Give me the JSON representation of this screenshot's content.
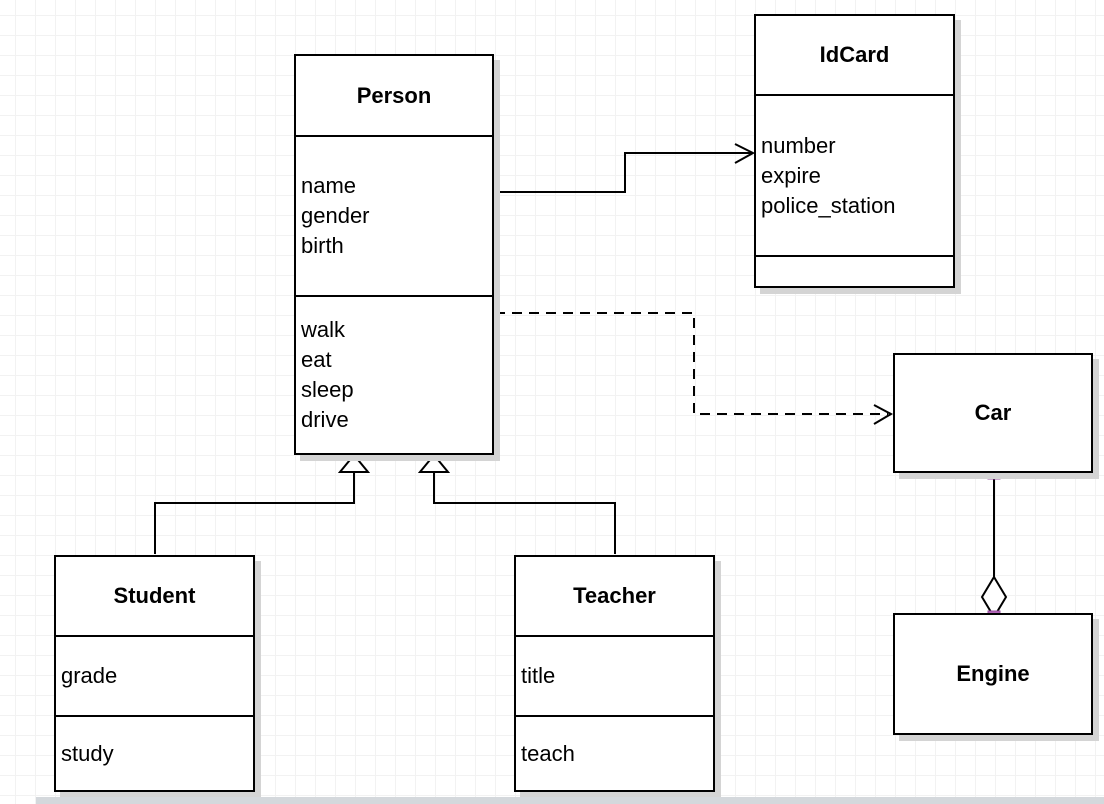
{
  "diagram": {
    "type": "uml-class-diagram",
    "classes": {
      "person": {
        "name": "Person",
        "attributes": [
          "name",
          "gender",
          "birth"
        ],
        "methods": [
          "walk",
          "eat",
          "sleep",
          "drive"
        ]
      },
      "idcard": {
        "name": "IdCard",
        "attributes": [
          "number",
          "expire",
          "police_station"
        ],
        "methods": []
      },
      "car": {
        "name": "Car",
        "attributes": [],
        "methods": []
      },
      "engine": {
        "name": "Engine",
        "attributes": [],
        "methods": []
      },
      "student": {
        "name": "Student",
        "attributes": [
          "grade"
        ],
        "methods": [
          "study"
        ]
      },
      "teacher": {
        "name": "Teacher",
        "attributes": [
          "title"
        ],
        "methods": [
          "teach"
        ]
      }
    },
    "relationships": [
      {
        "type": "association",
        "from": "Person",
        "to": "IdCard",
        "line": "solid",
        "arrow": "open"
      },
      {
        "type": "dependency",
        "from": "Person",
        "to": "Car",
        "line": "dashed",
        "arrow": "open"
      },
      {
        "type": "generalization",
        "from": "Student",
        "to": "Person",
        "line": "solid",
        "arrow": "hollow-triangle"
      },
      {
        "type": "generalization",
        "from": "Teacher",
        "to": "Person",
        "line": "solid",
        "arrow": "hollow-triangle"
      },
      {
        "type": "aggregation",
        "from": "Car",
        "to": "Engine",
        "line": "solid",
        "arrow": "hollow-diamond"
      }
    ],
    "colors": {
      "stroke": "#000000",
      "fill": "#ffffff",
      "shadow": "#d4d4d4",
      "grid": "#f2f2f2",
      "endpoint_handle": "#b266b8"
    }
  }
}
